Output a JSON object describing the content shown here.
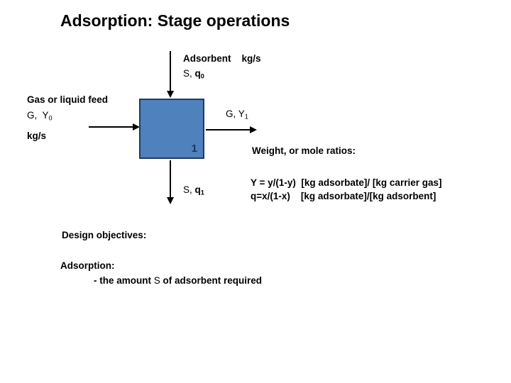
{
  "slide": {
    "title": "Adsorption: Stage operations",
    "colors": {
      "background": "#ffffff",
      "text": "#000000",
      "box_fill": "#4f81bd",
      "box_border": "#1f3a60",
      "box_number": "#17375e"
    }
  },
  "diagram": {
    "stage_box": {
      "number": "1"
    },
    "adsorbent_in": {
      "line1": "Adsorbent    kg/s",
      "line2_prefix": "S, ",
      "line2_symbol": "q",
      "line2_sub": "0"
    },
    "feed_in": {
      "line1": "Gas or liquid feed",
      "line2_symbol": "G,  Y",
      "line2_sub": "0",
      "line3": "kg/s"
    },
    "gas_out": {
      "symbol": "G, Y",
      "sub": "1"
    },
    "adsorbent_out": {
      "prefix": "S, ",
      "symbol": "q",
      "sub": "1"
    }
  },
  "notes": {
    "ratios_heading": "Weight, or mole ratios:",
    "eq1": "Y = y/(1-y)  [kg adsorbate]/ [kg carrier gas]",
    "eq2": "q=x/(1-x)    [kg adsorbate]/[kg adsorbent]",
    "design_heading": "Design objectives:",
    "adsorption_heading": "Adsorption:",
    "objective_pre": "- the amount ",
    "objective_s": "S",
    "objective_post": " of adsorbent required"
  }
}
